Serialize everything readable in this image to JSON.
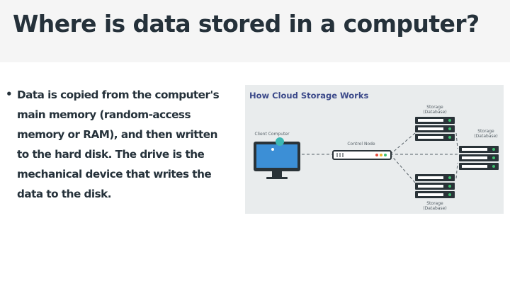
{
  "slide": {
    "title": "Where is data stored in a computer?",
    "bullet": "Data is copied from the computer's main memory (random-access memory or RAM), and then written to the hard disk. The drive is the mechanical device that writes the data to the disk."
  },
  "diagram": {
    "title": "How Cloud Storage Works",
    "client_label": "Client Computer",
    "control_label": "Control Node",
    "storage_top_label": "Storage\n(Database)",
    "storage_right_label": "Storage\n(Database)",
    "storage_bottom_label": "Storage\n(Database)",
    "colors": {
      "title_text": "#25313a",
      "diagram_title": "#3c4a8a",
      "server_dark": "#2a3338",
      "led_green": "#3fbf6f",
      "monitor_screen": "#3c8fd6",
      "accent_teal": "#3cb7b3"
    }
  }
}
